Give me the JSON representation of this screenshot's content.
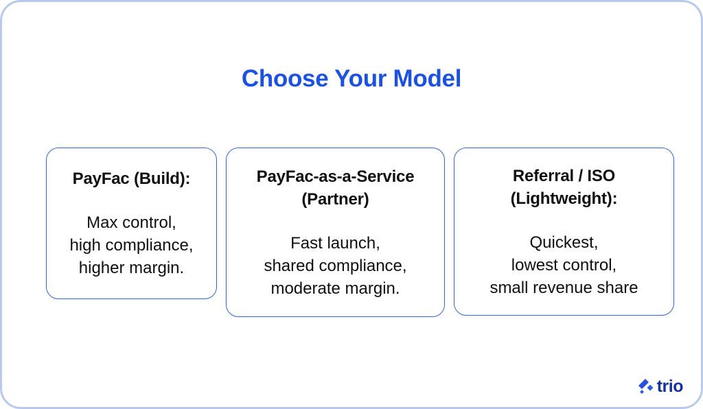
{
  "page": {
    "title": "Choose Your Model"
  },
  "cards": [
    {
      "title_lines": [
        "PayFac (Build):"
      ],
      "lines": [
        "Max control,",
        "high compliance,",
        "higher margin."
      ]
    },
    {
      "title_lines": [
        "PayFac-as-a-Service",
        "(Partner)"
      ],
      "lines": [
        "Fast launch,",
        "shared compliance,",
        "moderate margin."
      ]
    },
    {
      "title_lines": [
        "Referral / ISO",
        "(Lightweight):"
      ],
      "lines": [
        "Quickest,",
        "lowest control,",
        "small revenue share"
      ]
    }
  ],
  "logo": {
    "text": "trio",
    "icon": "trio-diamonds-icon"
  },
  "colors": {
    "title_blue": "#1b52e1",
    "card_border_blue": "#2d63e8",
    "frame_border_light_blue": "#b9c8ee",
    "body_text": "#101010",
    "logo_navy": "#16309f",
    "logo_mark_blue": "#2a50db"
  }
}
